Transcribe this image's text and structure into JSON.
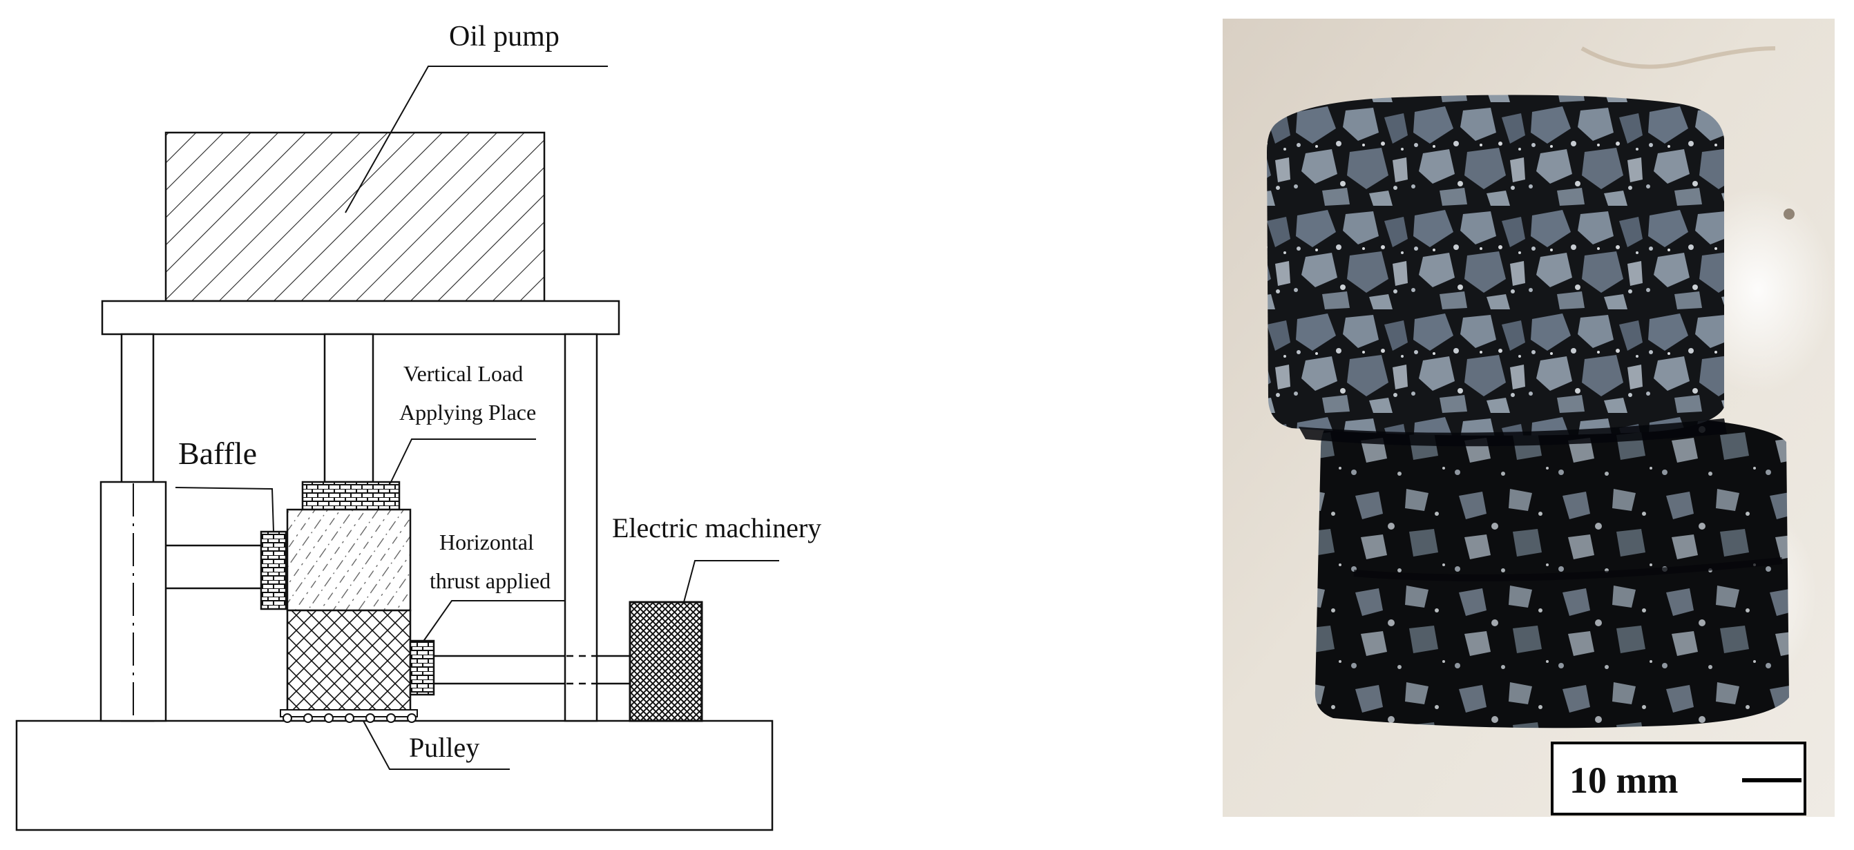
{
  "diagram": {
    "labels": {
      "oil_pump": "Oil pump",
      "vertical_load_line1": "Vertical Load",
      "vertical_load_line2": "Applying Place",
      "baffle": "Baffle",
      "horizontal_line1": "Horizontal",
      "horizontal_line2": "thrust applied",
      "electric_machinery": "Electric machinery",
      "pulley": "Pulley"
    }
  },
  "photo": {
    "scale_bar_label": "10 mm"
  }
}
